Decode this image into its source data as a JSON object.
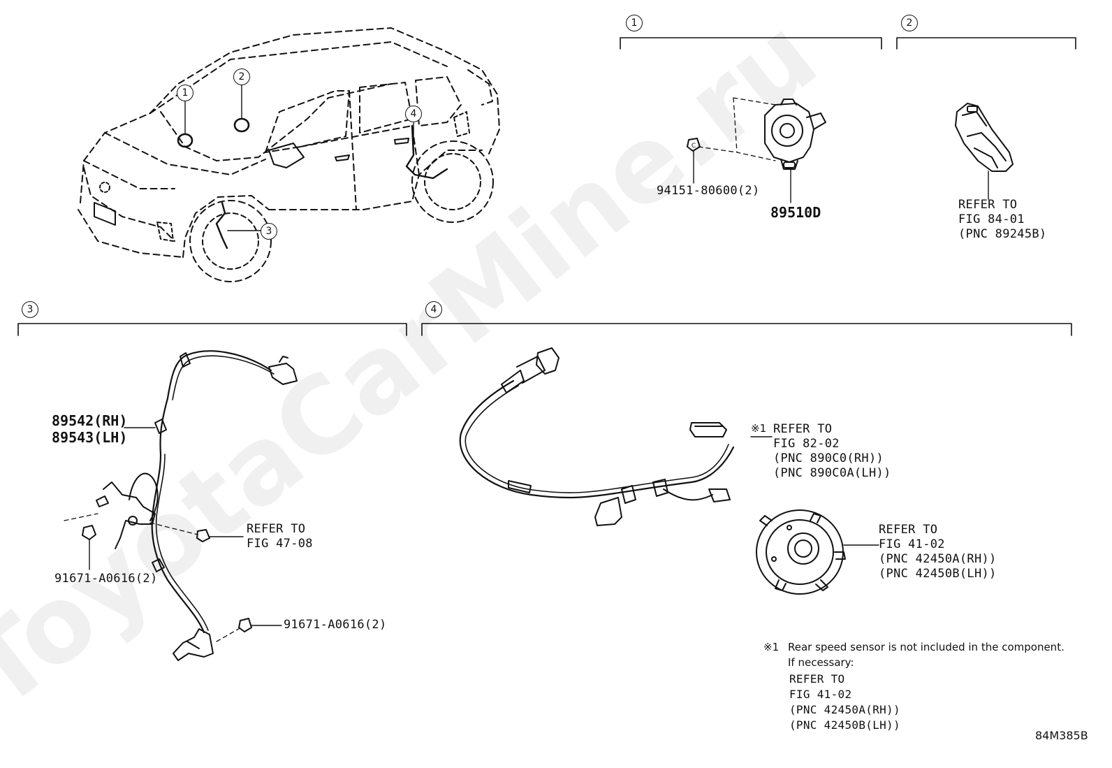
{
  "section_markers": [
    "1",
    "2",
    "3",
    "4"
  ],
  "car_callouts": [
    "1",
    "2",
    "3",
    "4"
  ],
  "parts": {
    "bolt_1": "94151-80600(2)",
    "sensor_1": "89510D",
    "wheel_sensor_rh": "89542(RH)",
    "wheel_sensor_lh": "89543(LH)",
    "bolt_3a": "91671-A0616(2)",
    "bolt_3b": "91671-A0616(2)"
  },
  "refs": {
    "ref_2": [
      "REFER TO",
      "FIG 84-01",
      "(PNC 89245B)"
    ],
    "ref_3": [
      "REFER TO",
      "FIG 47-08"
    ],
    "ref_4a_mark": "※1",
    "ref_4a": [
      "REFER TO",
      "FIG 82-02",
      "(PNC 890C0(RH))",
      "(PNC 890C0A(LH))"
    ],
    "ref_4b": [
      "REFER TO",
      "FIG 41-02",
      "(PNC 42450A(RH))",
      "(PNC 42450B(LH))"
    ]
  },
  "note": {
    "mark": "※1",
    "line1": "Rear speed sensor is not included in the component.",
    "line2": "If necessary:",
    "ref": [
      "REFER TO",
      "FIG 41-02",
      "(PNC 42450A(RH))",
      "(PNC 42450B(LH))"
    ]
  },
  "figure_code": "84M385B",
  "watermark": "ToyotaCarMine.ru"
}
